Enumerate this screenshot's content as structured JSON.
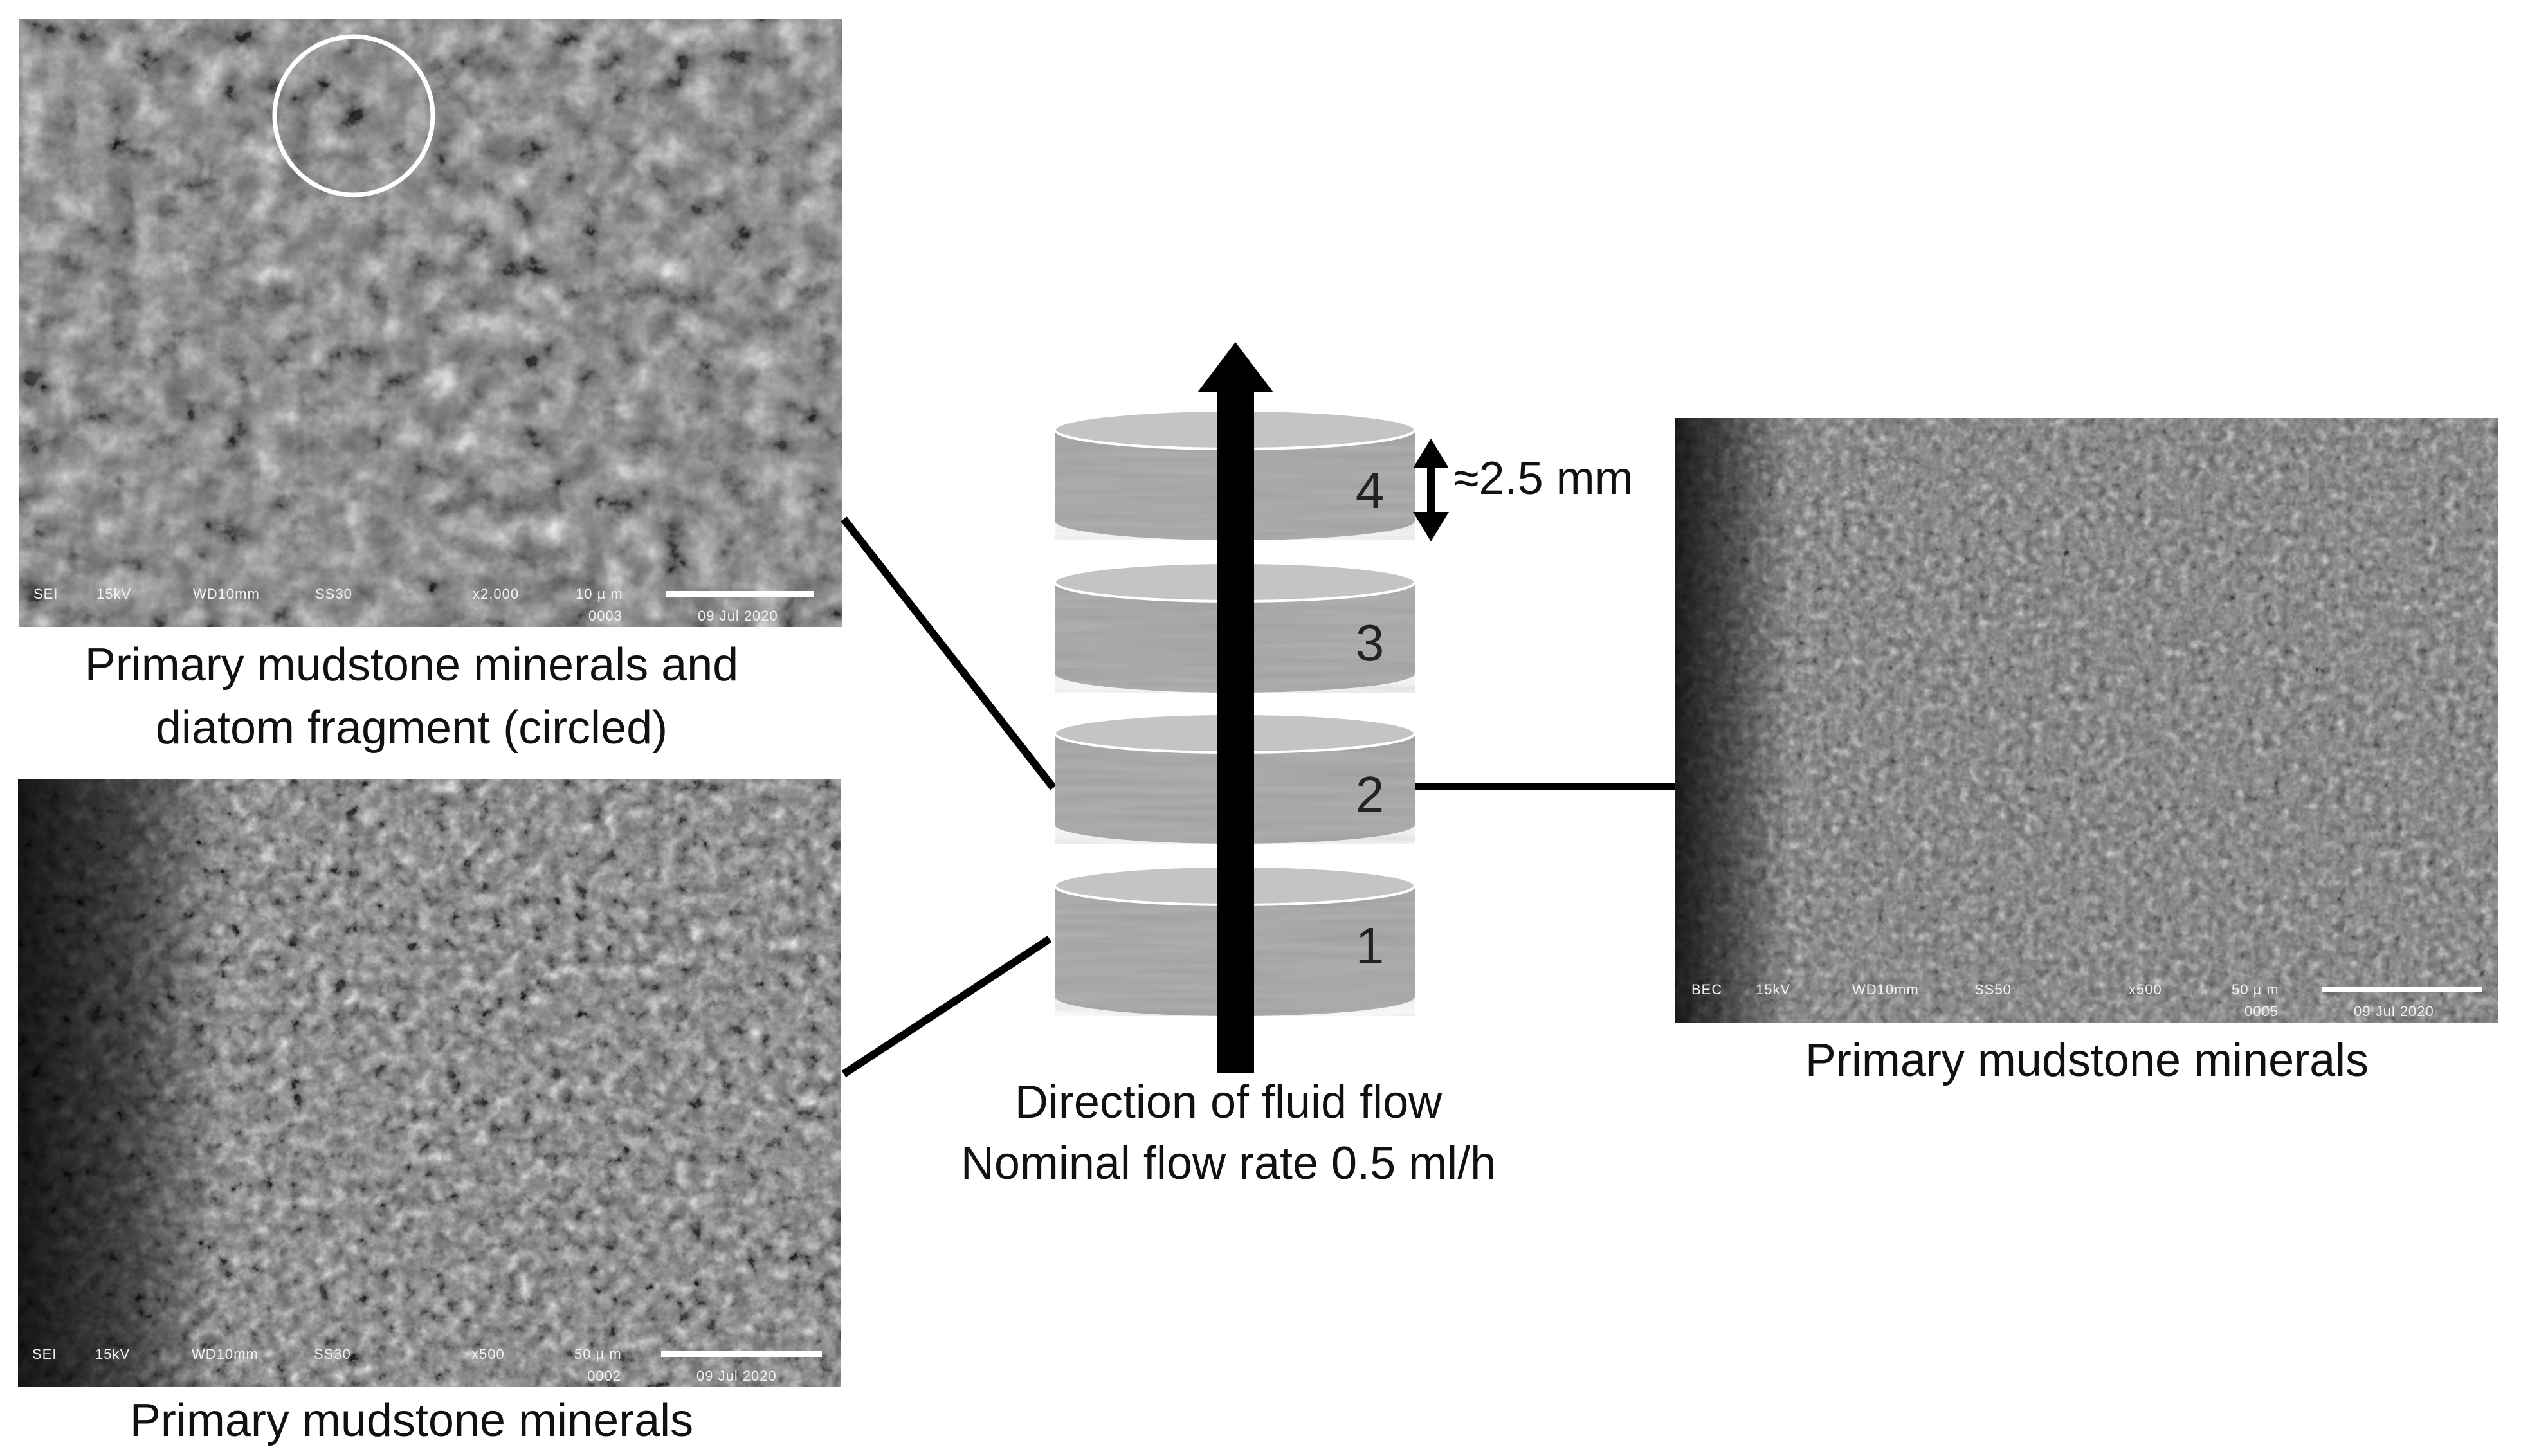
{
  "images": [
    {
      "id": "top-left",
      "caption_lines": [
        "Primary mudstone minerals and",
        "diatom fragment (circled)"
      ],
      "info": {
        "mode": "SEI",
        "voltage": "15kV",
        "wd": "WD10mm",
        "spot": "SS30",
        "magnification": "x2,000",
        "scale": "10 µ m",
        "number": "0003",
        "date": "09 Jul 2020"
      }
    },
    {
      "id": "bottom-left",
      "caption_lines": [
        "Primary mudstone minerals"
      ],
      "info": {
        "mode": "SEI",
        "voltage": "15kV",
        "wd": "WD10mm",
        "spot": "SS30",
        "magnification": "x500",
        "scale": "50 µ m",
        "number": "0002",
        "date": "09 Jul 2020"
      }
    },
    {
      "id": "right",
      "caption_lines": [
        "Primary mudstone minerals"
      ],
      "info": {
        "mode": "BEC",
        "voltage": "15kV",
        "wd": "WD10mm",
        "spot": "SS50",
        "magnification": "x500",
        "scale": "50 µ m",
        "number": "0005",
        "date": "09 Jul 2020"
      }
    }
  ],
  "column": {
    "disk_labels": [
      "4",
      "3",
      "2",
      "1"
    ],
    "thickness_label": "≈2.5 mm",
    "flow_lines": [
      "Direction of fluid flow",
      "Nominal flow rate 0.5 ml/h"
    ]
  },
  "colors": {
    "disk_fill": "#b3b3b3",
    "disk_top": "#c4c4c4",
    "arrow": "#000000",
    "connector": "#000000"
  }
}
